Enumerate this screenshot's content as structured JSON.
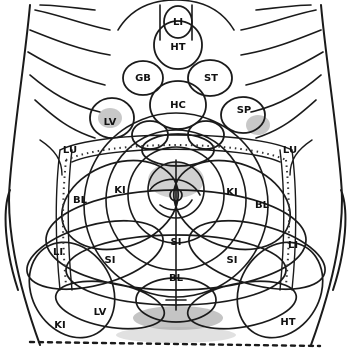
{
  "zone_labels": {
    "top": "LI",
    "ht": "HT",
    "gb": "GB",
    "st": "ST",
    "hc": "HC",
    "lv": "LV",
    "sp": "SP",
    "ki_l": "KI",
    "ki_r": "KI",
    "bl_l": "BL",
    "bl_r": "BL",
    "si_center": "SI",
    "si_l": "SI",
    "si_r": "SI",
    "li_l": "LI",
    "li_r": "LI",
    "lu_l": "LU",
    "lu_r": "LU",
    "bl_low": "BL",
    "lv_low": "LV",
    "ki_low": "KI",
    "ht_low": "HT"
  },
  "colors": {
    "ink": "#1a1a1a",
    "shade": "#9a9a9a",
    "background": "#ffffff"
  }
}
